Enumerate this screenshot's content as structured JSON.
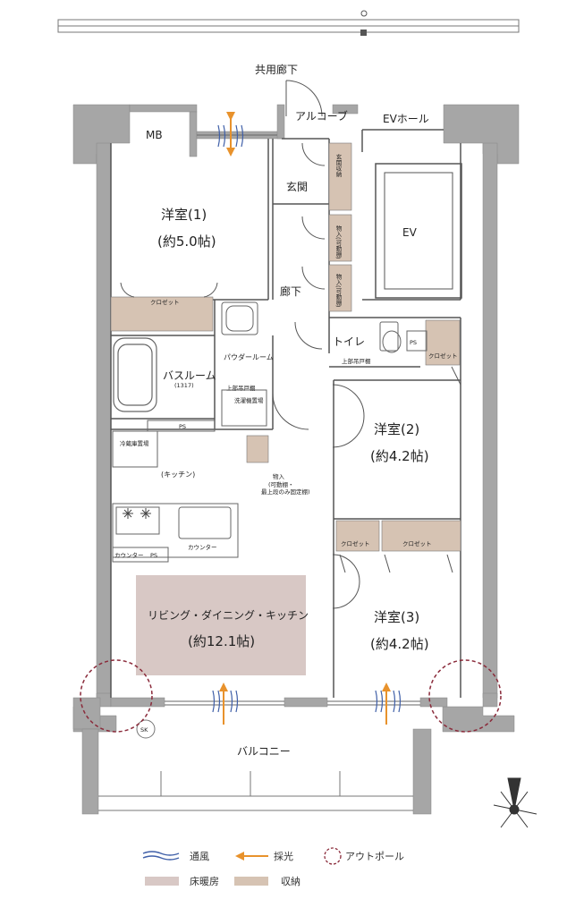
{
  "labels": {
    "corridor": "共用廊下",
    "alcove": "アルコーブ",
    "ev_hall": "EVホール",
    "mb": "MB",
    "ev": "EV",
    "entrance": "玄関",
    "entrance_storage": "玄関収納",
    "storage_movable_1": "物入(可動棚)",
    "storage_movable_2": "物入(可動棚)",
    "hallway": "廊下",
    "toilet": "トイレ",
    "upper_cabinet_1": "上部吊戸棚",
    "ps_toilet": "PS",
    "closet_hall": "クロゼット",
    "powder_room": "パウダールーム",
    "upper_cabinet_2": "上部吊戸棚",
    "washer_space": "洗濯機置場",
    "bathroom": "バスルーム",
    "bath_size": "(1317)",
    "ps_kitchen": "PS",
    "fridge_space": "冷蔵庫置場",
    "kitchen": "(キッチン)",
    "storage_kitchen": "物入",
    "storage_kitchen_note1": "(可動棚・",
    "storage_kitchen_note2": "最上段のみ固定棚)",
    "counter_main": "カウンター",
    "counter_small": "カウンター",
    "ps_counter": "PS",
    "sk": "SK",
    "balcony": "バルコニー"
  },
  "rooms": {
    "room1_name": "洋室(1)",
    "room1_size": "(約5.0帖)",
    "room1_closet": "クロゼット",
    "room2_name": "洋室(2)",
    "room2_size": "(約4.2帖)",
    "room3_name": "洋室(3)",
    "room3_size": "(約4.2帖)",
    "room3_closet_a": "クロゼット",
    "room3_closet_b": "クロゼット",
    "ldk_name": "リビング・ダイニング・キッチン",
    "ldk_size": "(約12.1帖)"
  },
  "legend": {
    "ventilation": "通風",
    "daylight": "採光",
    "outpole": "アウトポール",
    "floor_heating": "床暖房",
    "storage": "収納"
  },
  "colors": {
    "wall": "#a6a6a6",
    "floor_heating": "#d8c8c5",
    "storage": "#d6c3b3",
    "ventilation": "#3f5fa8",
    "daylight": "#e8922c",
    "outpole": "#8a2a3a"
  }
}
